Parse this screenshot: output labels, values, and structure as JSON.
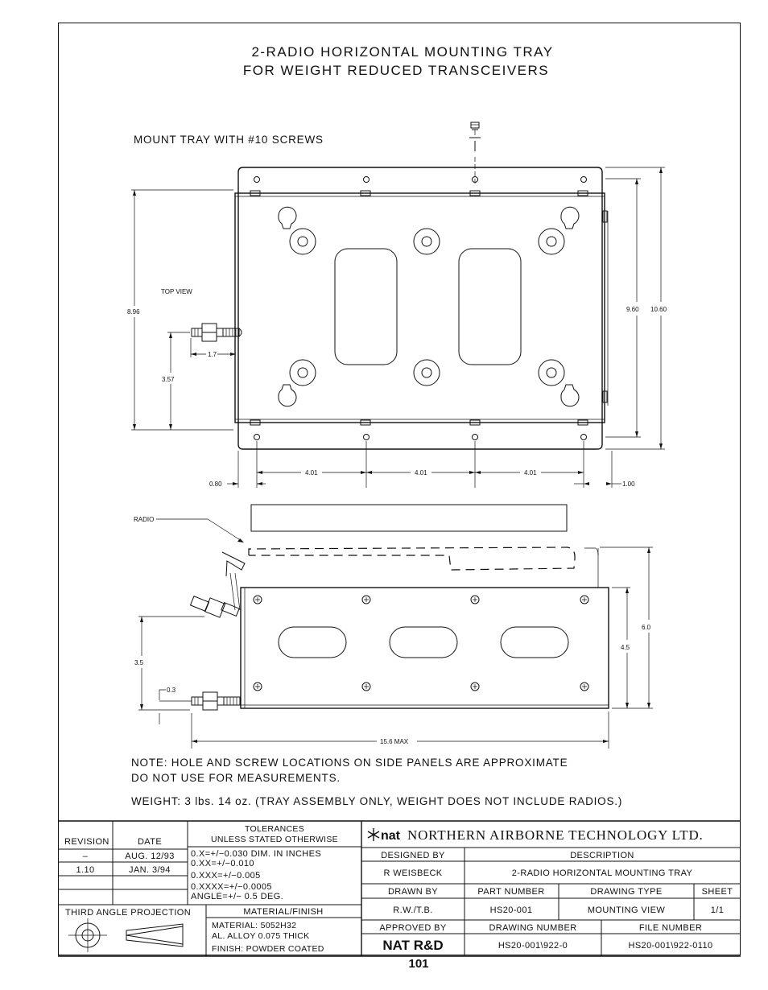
{
  "title": {
    "line1": "2-RADIO HORIZONTAL MOUNTING TRAY",
    "line2": "FOR WEIGHT REDUCED TRANSCEIVERS"
  },
  "mount_note": "MOUNT TRAY WITH #10 SCREWS",
  "top_view_label": "TOP VIEW",
  "radio_label": "RADIO",
  "dimensions": {
    "height_896": "8.96",
    "inner_960": "9.60",
    "outer_1060": "10.60",
    "offset_17": "1.7",
    "offset_357": "3.57",
    "hole_spacing_1": "4.01",
    "hole_spacing_2": "4.01",
    "hole_spacing_3": "4.01",
    "edge_080": "0.80",
    "edge_100": "1.00",
    "side_60": "6.0",
    "side_45": "4.5",
    "side_35": "3.5",
    "side_03": "0.3",
    "length_max": "15.6 MAX"
  },
  "notes": {
    "line1": "NOTE: HOLE AND SCREW LOCATIONS ON SIDE PANELS ARE APPROXIMATE",
    "line2": "DO NOT USE FOR MEASUREMENTS.",
    "weight": "WEIGHT: 3 lbs. 14 oz. (TRAY ASSEMBLY ONLY, WEIGHT DOES NOT INCLUDE RADIOS.)"
  },
  "title_block": {
    "revision_header": "REVISION",
    "date_header": "DATE",
    "revisions": [
      {
        "rev": "–",
        "date": "AUG. 12/93"
      },
      {
        "rev": "1.10",
        "date": "JAN. 3/94"
      }
    ],
    "tolerances_header1": "TOLERANCES",
    "tolerances_header2": "UNLESS STATED OTHERWISE",
    "tolerances": [
      "0.X=+/−0.030   DIM. IN INCHES",
      "0.XX=+/−0.010",
      "0.XXX=+/−0.005",
      "0.XXXX=+/−0.0005",
      "ANGLE=+/− 0.5 DEG."
    ],
    "projection": "THIRD ANGLE PROJECTION",
    "material_header": "MATERIAL/FINISH",
    "material": [
      "MATERIAL: 5052H32",
      "AL. ALLOY 0.075 THICK",
      "FINISH: POWDER COATED"
    ],
    "company_logo": "nat",
    "company_name": "NORTHERN AIRBORNE TECHNOLOGY LTD.",
    "designed_by_label": "DESIGNED BY",
    "designed_by": "R WEISBECK",
    "description_label": "DESCRIPTION",
    "description": "2-RADIO HORIZONTAL MOUNTING TRAY",
    "drawn_by_label": "DRAWN BY",
    "drawn_by": "R.W./T.B.",
    "part_number_label": "PART NUMBER",
    "part_number": "HS20-001",
    "drawing_type_label": "DRAWING TYPE",
    "drawing_type": "MOUNTING VIEW",
    "sheet_label": "SHEET",
    "sheet": "1/1",
    "approved_by_label": "APPROVED BY",
    "approved_by": "NAT R&D",
    "drawing_number_label": "DRAWING NUMBER",
    "drawing_number": "HS20-001\\922-0",
    "file_number_label": "FILE NUMBER",
    "file_number": "HS20-001\\922-0110"
  },
  "page_number": "101"
}
